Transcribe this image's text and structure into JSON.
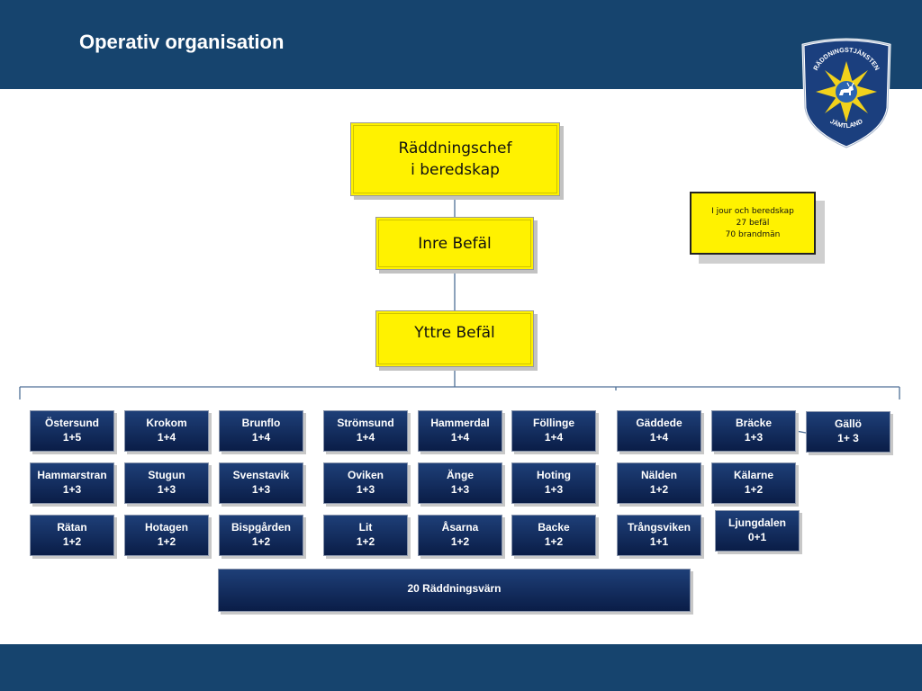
{
  "header": {
    "title": "Operativ organisation"
  },
  "logo": {
    "top_text": "RÄDDNINGSTJÄNSTEN",
    "bottom_text": "JÄMTLAND",
    "colors": {
      "shield": "#1b3f7e",
      "star": "#f2d21b",
      "border": "#ffffff"
    }
  },
  "command": {
    "chief": [
      "Räddningschef",
      "i beredskap"
    ],
    "inner": "Inre Befäl",
    "outer": "Yttre Befäl"
  },
  "info_box": {
    "lines": [
      "I jour och beredskap",
      "27 befäl",
      "70 brandmän"
    ]
  },
  "stations": [
    {
      "name": "Östersund",
      "crew": "1+5"
    },
    {
      "name": "Krokom",
      "crew": "1+4"
    },
    {
      "name": "Brunflo",
      "crew": "1+4"
    },
    {
      "name": "Strömsund",
      "crew": "1+4"
    },
    {
      "name": "Hammerdal",
      "crew": "1+4"
    },
    {
      "name": "Föllinge",
      "crew": "1+4"
    },
    {
      "name": "Gäddede",
      "crew": "1+4"
    },
    {
      "name": "Bräcke",
      "crew": "1+3"
    },
    {
      "name": "Gällö",
      "crew": "1+ 3"
    },
    {
      "name": "Hammarstran",
      "crew": "1+3"
    },
    {
      "name": "Stugun",
      "crew": "1+3"
    },
    {
      "name": "Svenstavik",
      "crew": "1+3"
    },
    {
      "name": "Oviken",
      "crew": "1+3"
    },
    {
      "name": "Änge",
      "crew": "1+3"
    },
    {
      "name": "Hoting",
      "crew": "1+3"
    },
    {
      "name": "Nälden",
      "crew": "1+2"
    },
    {
      "name": "Kälarne",
      "crew": "1+2"
    },
    {
      "name": "Rätan",
      "crew": "1+2"
    },
    {
      "name": "Hotagen",
      "crew": "1+2"
    },
    {
      "name": "Bispgården",
      "crew": "1+2"
    },
    {
      "name": "Lit",
      "crew": "1+2"
    },
    {
      "name": "Åsarna",
      "crew": "1+2"
    },
    {
      "name": "Backe",
      "crew": "1+2"
    },
    {
      "name": "Trångsviken",
      "crew": "1+1"
    },
    {
      "name": "Ljungdalen",
      "crew": "0+1"
    }
  ],
  "volunteers": "20 Räddningsvärn",
  "colors": {
    "header": "#16446e",
    "yellow": "#fff200",
    "navy": "#0f2a5c"
  }
}
